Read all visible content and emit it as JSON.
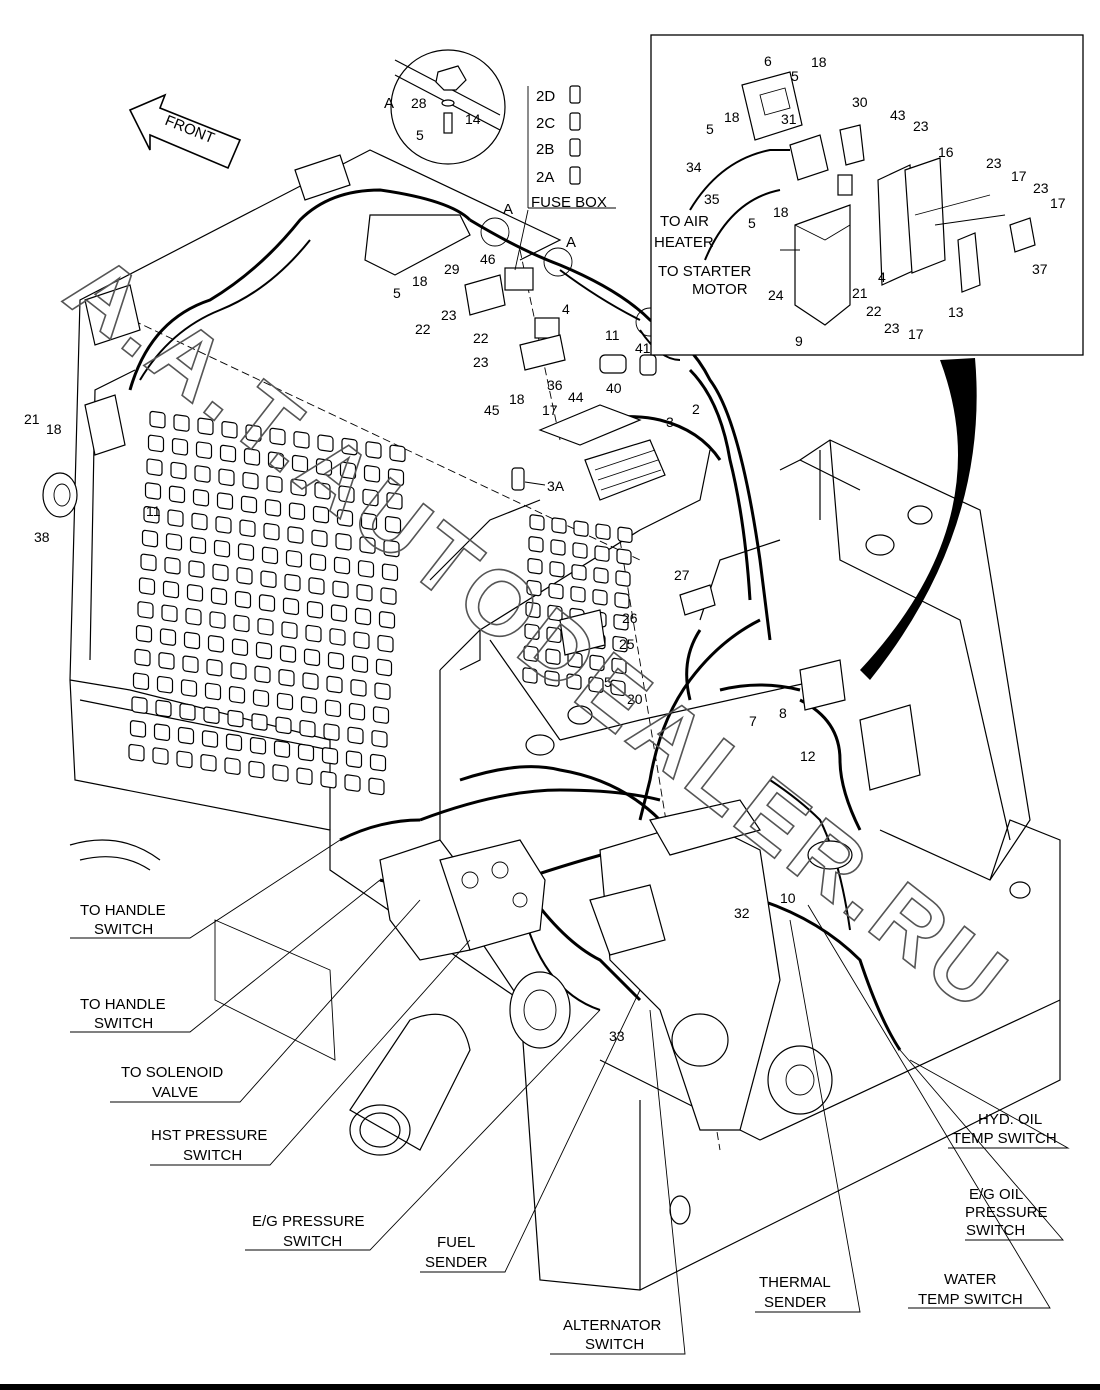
{
  "watermark": "A.A.T.AUTODEALER.RU",
  "front_label": "FRONT",
  "detail_label": "A",
  "fuse_box": {
    "title": "FUSE BOX",
    "fuses": [
      "2D",
      "2C",
      "2B",
      "2A"
    ]
  },
  "inset_notes": {
    "to_air_heater": [
      "TO AIR",
      "HEATER"
    ],
    "to_starter_motor": [
      "TO STARTER",
      "MOTOR"
    ]
  },
  "callouts": {
    "to_handle_switch_1": [
      "TO HANDLE",
      "SWITCH"
    ],
    "to_handle_switch_2": [
      "TO HANDLE",
      "SWITCH"
    ],
    "to_solenoid_valve": [
      "TO SOLENOID",
      "VALVE"
    ],
    "hst_pressure_switch": [
      "HST PRESSURE",
      "SWITCH"
    ],
    "eg_pressure_switch": [
      "E/G PRESSURE",
      "SWITCH"
    ],
    "fuel_sender": [
      "FUEL",
      "SENDER"
    ],
    "alternator_switch": [
      "ALTERNATOR",
      "SWITCH"
    ],
    "thermal_sender": [
      "THERMAL",
      "SENDER"
    ],
    "water_temp_switch": [
      "WATER",
      "TEMP SWITCH"
    ],
    "eg_oil_pressure_switch": [
      "E/G OIL",
      "PRESSURE",
      "SWITCH"
    ],
    "hyd_oil_temp_switch": [
      "HYD. OIL",
      "TEMP SWITCH"
    ]
  },
  "part_numbers": {
    "detail": [
      "28",
      "14",
      "5"
    ],
    "inset": [
      "6",
      "5",
      "18",
      "30",
      "43",
      "23",
      "5",
      "18",
      "31",
      "16",
      "23",
      "17",
      "23",
      "17",
      "34",
      "35",
      "5",
      "18",
      "24",
      "21",
      "4",
      "22",
      "23",
      "17",
      "13",
      "37",
      "9"
    ],
    "main_top": [
      "29",
      "46",
      "18",
      "5",
      "4",
      "23",
      "22",
      "22",
      "11",
      "23",
      "41",
      "36",
      "40",
      "45",
      "18",
      "17",
      "44",
      "2",
      "3",
      "3A"
    ],
    "main_left": [
      "21",
      "18",
      "11",
      "38"
    ],
    "main_mid": [
      "27",
      "26",
      "25",
      "5",
      "20",
      "7",
      "8",
      "12",
      "10",
      "32",
      "33"
    ]
  }
}
